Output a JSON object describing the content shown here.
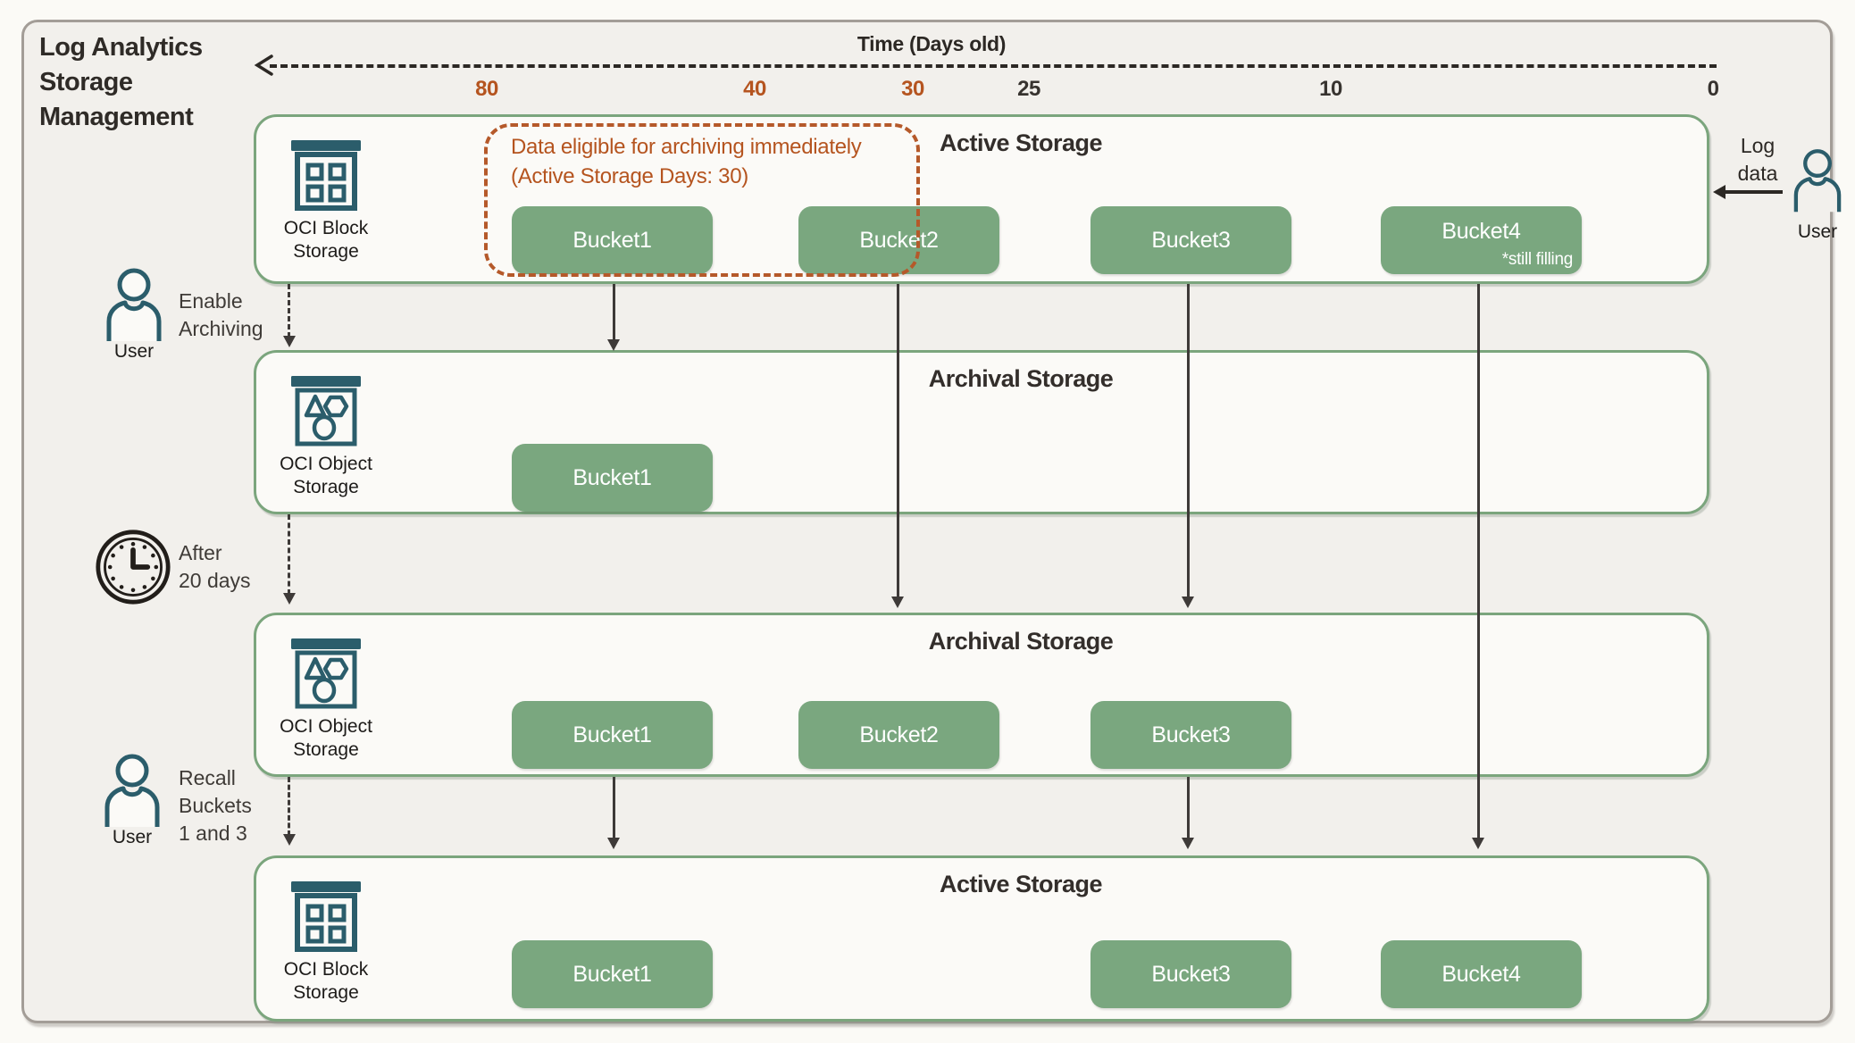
{
  "title": "Log Analytics\nStorage\nManagement",
  "timeline": {
    "label": "Time (Days old)",
    "ticks": [
      "80",
      "40",
      "30",
      "25",
      "10",
      "0"
    ]
  },
  "bands": [
    {
      "heading": "Active Storage",
      "icon": "block-storage-icon",
      "icon_label": "OCI Block\nStorage",
      "buckets": [
        {
          "label": "Bucket1"
        },
        {
          "label": "Bucket2"
        },
        {
          "label": "Bucket3"
        },
        {
          "label": "Bucket4",
          "note": "*still filling"
        }
      ]
    },
    {
      "heading": "Archival Storage",
      "icon": "object-storage-icon",
      "icon_label": "OCI Object\nStorage",
      "buckets": [
        {
          "label": "Bucket1"
        }
      ]
    },
    {
      "heading": "Archival Storage",
      "icon": "object-storage-icon",
      "icon_label": "OCI Object\nStorage",
      "buckets": [
        {
          "label": "Bucket1"
        },
        {
          "label": "Bucket2"
        },
        {
          "label": "Bucket3"
        }
      ]
    },
    {
      "heading": "Active Storage",
      "icon": "block-storage-icon",
      "icon_label": "OCI Block\nStorage",
      "buckets": [
        {
          "label": "Bucket1"
        },
        {
          "label": "Bucket3"
        },
        {
          "label": "Bucket4"
        }
      ]
    }
  ],
  "annotations": {
    "archive_note": "Data eligible for archiving immediately\n(Active Storage Days: 30)",
    "enable_archiving": "Enable\nArchiving",
    "after_days": "After\n20 days",
    "recall": "Recall\nBuckets\n1 and 3",
    "log_data": "Log\ndata",
    "user_label_left": "User",
    "user_label_bottom": "User",
    "user_label_right": "User"
  },
  "colors": {
    "bucket_green": "#7aa77f",
    "band_border": "#7ba57d",
    "icon_teal": "#2b5d6b",
    "annotation_orange": "#b5541f",
    "tick_orange": "#b5541f",
    "tick_dark": "#37332f",
    "arrow_dark": "#3e3a38",
    "outer_border_gray": "#a39d97",
    "band_fill": "#fbfaf7",
    "frame_fill": "#f2f0ec"
  }
}
